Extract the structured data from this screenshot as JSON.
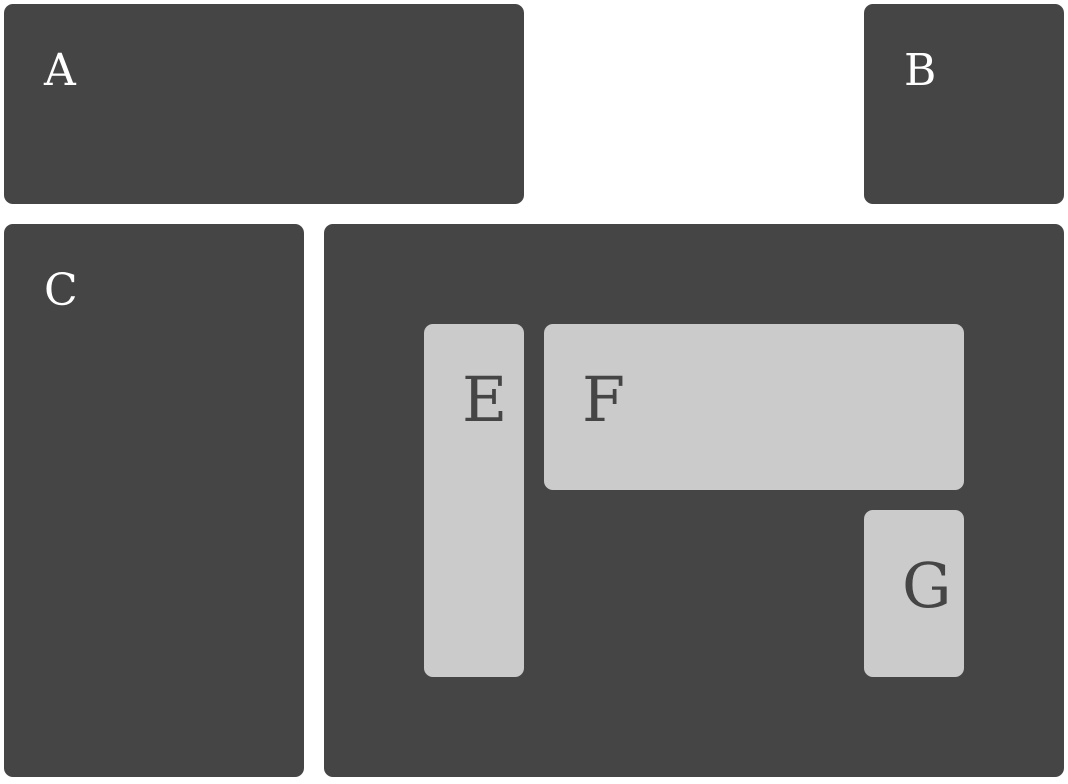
{
  "boxes": {
    "a": {
      "label": "A"
    },
    "b": {
      "label": "B"
    },
    "c": {
      "label": "C"
    },
    "d": {
      "label": ""
    },
    "e": {
      "label": "E"
    },
    "f": {
      "label": "F"
    },
    "g": {
      "label": "G"
    }
  },
  "colors": {
    "background": "#ffffff",
    "dark_box": "#454545",
    "light_box": "#cbcbcb",
    "dark_label": "#ffffff",
    "light_label": "#454545"
  }
}
